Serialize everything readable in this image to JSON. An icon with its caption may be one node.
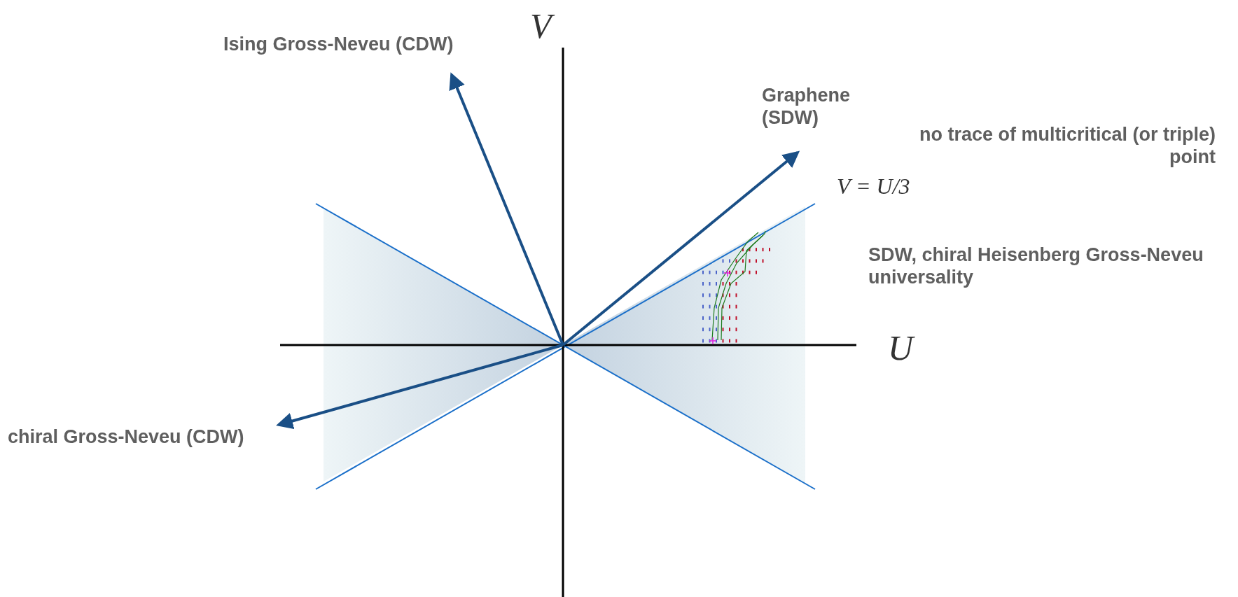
{
  "diagram": {
    "nodes": [
      {
        "text": [
          "Ising Gross-Neveu (CDW)"
        ]
      },
      {
        "text": [
          "Graphene (SDW)"
        ]
      },
      {
        "text": [
          "chiral Gross-Neveu (CDW)"
        ]
      }
    ],
    "edges": [
      {
        "from": null,
        "to": 0,
        "arrow": "to"
      },
      {
        "from": null,
        "to": 1,
        "arrow": "to"
      },
      {
        "from": null,
        "to": 2,
        "arrow": "to"
      }
    ],
    "labels": [
      "V",
      "U",
      "V = U/3",
      "no trace of multicritical (or triple) point",
      "SDW, chiral Heisenberg Gross-Neveu universality"
    ]
  }
}
